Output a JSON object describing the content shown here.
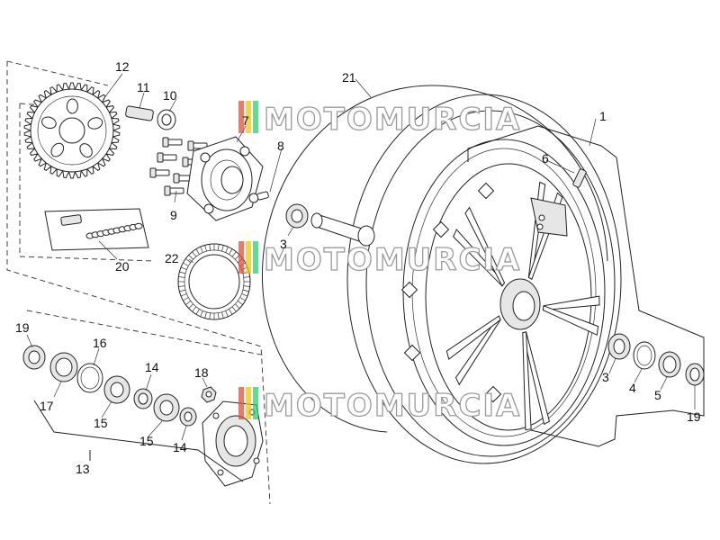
{
  "watermark": {
    "text": "MOTOMURCIA",
    "colors": [
      "#e74c3c",
      "#f1c40f",
      "#2ecc71"
    ]
  },
  "labels": {
    "l1": "1",
    "l3a": "3",
    "l3b": "3",
    "l4": "4",
    "l5": "5",
    "l6": "6",
    "l7": "7",
    "l8": "8",
    "l9": "9",
    "l10": "10",
    "l11": "11",
    "l12": "12",
    "l13": "13",
    "l14a": "14",
    "l14b": "14",
    "l15a": "15",
    "l15b": "15",
    "l16": "16",
    "l17": "17",
    "l18": "18",
    "l19a": "19",
    "l19b": "19",
    "l20": "20",
    "l21": "21",
    "l22": "22"
  }
}
